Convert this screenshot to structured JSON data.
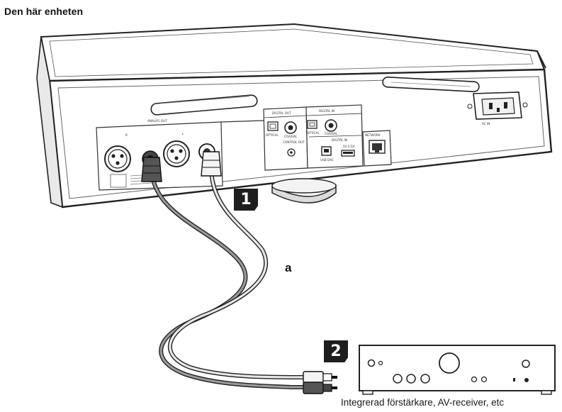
{
  "title": "Den här enheten",
  "callout_label": "a",
  "steps": [
    "1",
    "2"
  ],
  "amplifier_caption": "Integrerad förstärkare, AV-receiver, etc",
  "panel_labels": {
    "analog_out": "ANALOG OUT",
    "r": "R",
    "l": "L",
    "digital_out": "DIGITAL OUT",
    "optical": "OPTICAL",
    "coaxial": "COAXIAL",
    "control_out": "CONTROL OUT",
    "digital_in": "DIGITAL IN",
    "usb_dac": "USB DAC",
    "usb_power": "5V 0.5A",
    "network": "NETWORK",
    "ac_in": "AC IN"
  }
}
